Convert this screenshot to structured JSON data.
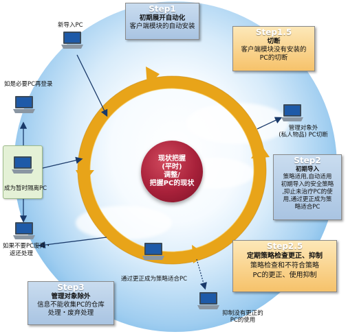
{
  "step1": {
    "title": "Step1",
    "line1": "初期展开自动化",
    "line2": "客户端模块的自动安装"
  },
  "step15": {
    "title": "Step1.5",
    "line1": "切断",
    "line2": "客户端模块没有安装的",
    "line3": "PC的切断"
  },
  "step2": {
    "title": "Step2",
    "line1": "初期导入",
    "line2": "策略适用,自动适用",
    "line3": "初期导入的安全策略",
    "line4": ",抑止未治疗PC的使",
    "line5": "用,通过更正成为策",
    "line6": "略适合PC"
  },
  "step25": {
    "title": "Step2.5",
    "line1": "定期策略检查更正、抑制",
    "line2": "策略检查和不符合策略",
    "line3": "PC的更正、使用抑制"
  },
  "step3": {
    "title": "Step3",
    "line1": "管理对象除外",
    "line2": "信息不能收集PC的仓库",
    "line3": "处理・废弃处理"
  },
  "center": {
    "line1": "现状把握",
    "line2": "(平时)",
    "line3": "调整/",
    "line4": "把握PC的现状"
  },
  "labels": {
    "new_pc": "新导入PC",
    "relogin": "如是必要PC再登录",
    "isolate": "成为暂时隔离PC",
    "dispose": "如果不要PC废弃・",
    "dispose2": "返还处理",
    "policy_pc": "通过更正成为策略适合PC",
    "out_of_scope1": "管理对象外",
    "out_of_scope2": "(私人物品) PC切断",
    "suppress1": "抑制没有更正的",
    "suppress2": "PC的使用"
  },
  "icons": [
    "laptop-icon",
    "arrow-icon"
  ],
  "colors": {
    "ring": "#e8a419",
    "center": "#a8213a",
    "blue_box": "#b8cfe8",
    "orange_box": "#f8cf7f",
    "step_title": "#ffffff"
  }
}
